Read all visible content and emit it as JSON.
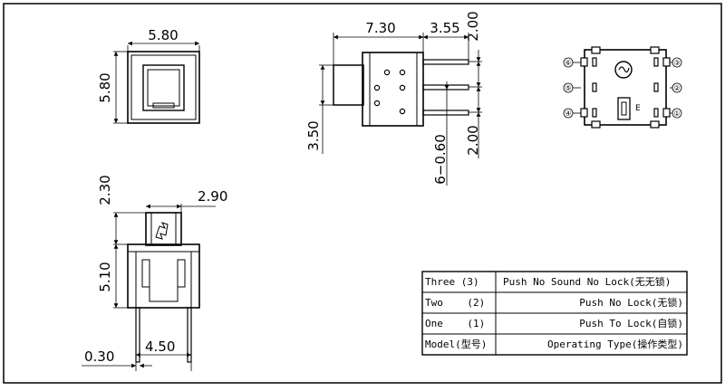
{
  "dimensions": {
    "top_width": "5.80",
    "top_height": "5.80",
    "side_length": "7.30",
    "side_pin_length": "3.55",
    "side_pin_pitch_top": "2.00",
    "side_pin_pitch_bottom": "2.00",
    "side_height": "3.50",
    "pin_spec": "6−0.60",
    "front_actuator_height": "2.30",
    "front_actuator_width": "2.90",
    "front_body_height": "5.10",
    "front_pin_thickness": "0.30",
    "front_pin_spacing": "4.50"
  },
  "pin_labels": [
    "⑥",
    "⑤",
    "④",
    "③",
    "②",
    "①"
  ],
  "footprint_mark": "E",
  "table": {
    "rows": [
      {
        "model": "Three (3)",
        "type": "Push No Sound No Lock(无无锁)"
      },
      {
        "model": "Two    (2)",
        "type": "Push No Lock(无锁)"
      },
      {
        "model": "One    (1)",
        "type": "Push To Lock(自锁)"
      },
      {
        "model": "Model(型号)",
        "type": "Operating Type(操作类型)"
      }
    ]
  },
  "colors": {
    "line": "#000000",
    "background": "#ffffff"
  }
}
